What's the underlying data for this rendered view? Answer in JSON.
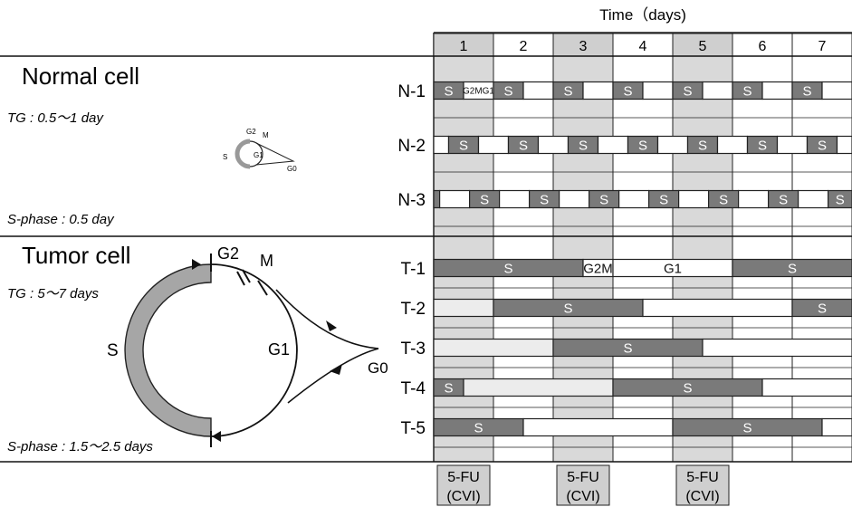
{
  "header": {
    "time_label": "Time（days)"
  },
  "days": [
    "1",
    "2",
    "3",
    "4",
    "5",
    "6",
    "7"
  ],
  "normal": {
    "title": "Normal cell",
    "tg": "TG : 0.5〜1 day",
    "s_phase": "S-phase : 0.5 day",
    "icon_labels": {
      "s": "S",
      "g2": "G2",
      "m": "M",
      "g1": "G1",
      "g0": "G0"
    }
  },
  "tumor": {
    "title": "Tumor cell",
    "tg": "TG : 5〜7 days",
    "s_phase": "S-phase : 1.5〜2.5 days",
    "cycle_labels": {
      "s": "S",
      "g2": "G2",
      "m": "M",
      "g1": "G1",
      "g0": "G0"
    }
  },
  "rows": [
    {
      "label": "N-1",
      "segments": [
        {
          "start": 0.0,
          "end": 0.5,
          "type": "S",
          "text": "S"
        },
        {
          "start": 0.5,
          "end": 1.0,
          "type": "white",
          "text": "G2MG1"
        },
        {
          "start": 1.0,
          "end": 1.5,
          "type": "S",
          "text": "S"
        },
        {
          "start": 1.5,
          "end": 2.0,
          "type": "white",
          "text": ""
        },
        {
          "start": 2.0,
          "end": 2.5,
          "type": "S",
          "text": "S"
        },
        {
          "start": 2.5,
          "end": 3.0,
          "type": "white",
          "text": ""
        },
        {
          "start": 3.0,
          "end": 3.5,
          "type": "S",
          "text": "S"
        },
        {
          "start": 3.5,
          "end": 4.0,
          "type": "white",
          "text": ""
        },
        {
          "start": 4.0,
          "end": 4.5,
          "type": "S",
          "text": "S"
        },
        {
          "start": 4.5,
          "end": 5.0,
          "type": "white",
          "text": ""
        },
        {
          "start": 5.0,
          "end": 5.5,
          "type": "S",
          "text": "S"
        },
        {
          "start": 5.5,
          "end": 6.0,
          "type": "white",
          "text": ""
        },
        {
          "start": 6.0,
          "end": 6.5,
          "type": "S",
          "text": "S"
        },
        {
          "start": 6.5,
          "end": 7.0,
          "type": "white",
          "text": ""
        }
      ]
    },
    {
      "label": "N-2",
      "segments": [
        {
          "start": 0.0,
          "end": 0.25,
          "type": "white",
          "text": ""
        },
        {
          "start": 0.25,
          "end": 0.75,
          "type": "S",
          "text": "S"
        },
        {
          "start": 0.75,
          "end": 1.25,
          "type": "white",
          "text": ""
        },
        {
          "start": 1.25,
          "end": 1.75,
          "type": "S",
          "text": "S"
        },
        {
          "start": 1.75,
          "end": 2.25,
          "type": "white",
          "text": ""
        },
        {
          "start": 2.25,
          "end": 2.75,
          "type": "S",
          "text": "S"
        },
        {
          "start": 2.75,
          "end": 3.25,
          "type": "white",
          "text": ""
        },
        {
          "start": 3.25,
          "end": 3.75,
          "type": "S",
          "text": "S"
        },
        {
          "start": 3.75,
          "end": 4.25,
          "type": "white",
          "text": ""
        },
        {
          "start": 4.25,
          "end": 4.75,
          "type": "S",
          "text": "S"
        },
        {
          "start": 4.75,
          "end": 5.25,
          "type": "white",
          "text": ""
        },
        {
          "start": 5.25,
          "end": 5.75,
          "type": "S",
          "text": "S"
        },
        {
          "start": 5.75,
          "end": 6.25,
          "type": "white",
          "text": ""
        },
        {
          "start": 6.25,
          "end": 6.75,
          "type": "S",
          "text": "S"
        },
        {
          "start": 6.75,
          "end": 7.0,
          "type": "white",
          "text": ""
        }
      ]
    },
    {
      "label": "N-3",
      "segments": [
        {
          "start": 0.0,
          "end": 0.1,
          "type": "S",
          "text": ""
        },
        {
          "start": 0.1,
          "end": 0.6,
          "type": "white",
          "text": ""
        },
        {
          "start": 0.6,
          "end": 1.1,
          "type": "S",
          "text": "S"
        },
        {
          "start": 1.1,
          "end": 1.6,
          "type": "white",
          "text": ""
        },
        {
          "start": 1.6,
          "end": 2.1,
          "type": "S",
          "text": "S"
        },
        {
          "start": 2.1,
          "end": 2.6,
          "type": "white",
          "text": ""
        },
        {
          "start": 2.6,
          "end": 3.1,
          "type": "S",
          "text": "S"
        },
        {
          "start": 3.1,
          "end": 3.6,
          "type": "white",
          "text": ""
        },
        {
          "start": 3.6,
          "end": 4.1,
          "type": "S",
          "text": "S"
        },
        {
          "start": 4.1,
          "end": 4.6,
          "type": "white",
          "text": ""
        },
        {
          "start": 4.6,
          "end": 5.1,
          "type": "S",
          "text": "S"
        },
        {
          "start": 5.1,
          "end": 5.6,
          "type": "white",
          "text": ""
        },
        {
          "start": 5.6,
          "end": 6.1,
          "type": "S",
          "text": "S"
        },
        {
          "start": 6.1,
          "end": 6.6,
          "type": "white",
          "text": ""
        },
        {
          "start": 6.6,
          "end": 7.0,
          "type": "S",
          "text": "S"
        }
      ]
    },
    {
      "label": "T-1",
      "segments": [
        {
          "start": 0.0,
          "end": 2.5,
          "type": "S",
          "text": "S"
        },
        {
          "start": 2.5,
          "end": 3.0,
          "type": "white",
          "text": "G2M"
        },
        {
          "start": 3.0,
          "end": 5.0,
          "type": "white",
          "text": "G1"
        },
        {
          "start": 5.0,
          "end": 7.0,
          "type": "S",
          "text": "S"
        }
      ]
    },
    {
      "label": "T-2",
      "segments": [
        {
          "start": 0.0,
          "end": 1.0,
          "type": "light",
          "text": ""
        },
        {
          "start": 1.0,
          "end": 3.5,
          "type": "S",
          "text": "S"
        },
        {
          "start": 3.5,
          "end": 6.0,
          "type": "white",
          "text": ""
        },
        {
          "start": 6.0,
          "end": 7.0,
          "type": "S",
          "text": "S"
        }
      ]
    },
    {
      "label": "T-3",
      "segments": [
        {
          "start": 0.0,
          "end": 2.0,
          "type": "light",
          "text": ""
        },
        {
          "start": 2.0,
          "end": 4.5,
          "type": "S",
          "text": "S"
        },
        {
          "start": 4.5,
          "end": 7.0,
          "type": "white",
          "text": ""
        }
      ]
    },
    {
      "label": "T-4",
      "segments": [
        {
          "start": 0.0,
          "end": 0.5,
          "type": "S",
          "text": "S"
        },
        {
          "start": 0.5,
          "end": 3.0,
          "type": "light",
          "text": ""
        },
        {
          "start": 3.0,
          "end": 5.5,
          "type": "S",
          "text": "S"
        },
        {
          "start": 5.5,
          "end": 7.0,
          "type": "white",
          "text": ""
        }
      ]
    },
    {
      "label": "T-5",
      "segments": [
        {
          "start": 0.0,
          "end": 1.5,
          "type": "S",
          "text": "S"
        },
        {
          "start": 1.5,
          "end": 4.0,
          "type": "white",
          "text": ""
        },
        {
          "start": 4.0,
          "end": 6.5,
          "type": "S",
          "text": "S"
        },
        {
          "start": 6.5,
          "end": 7.0,
          "type": "white",
          "text": ""
        }
      ]
    }
  ],
  "treatments": [
    {
      "day": 1,
      "line1": "5-FU",
      "line2": "(CVI)"
    },
    {
      "day": 3,
      "line1": "5-FU",
      "line2": "(CVI)"
    },
    {
      "day": 5,
      "line1": "5-FU",
      "line2": "(CVI)"
    }
  ],
  "colors": {
    "s_phase": "#7a7a7a",
    "light": "#ececec",
    "treatment_band": "#d9d9d9",
    "header_shaded": "#cfcfcf",
    "tumor_arc": "#a6a6a6",
    "line": "#111111"
  }
}
